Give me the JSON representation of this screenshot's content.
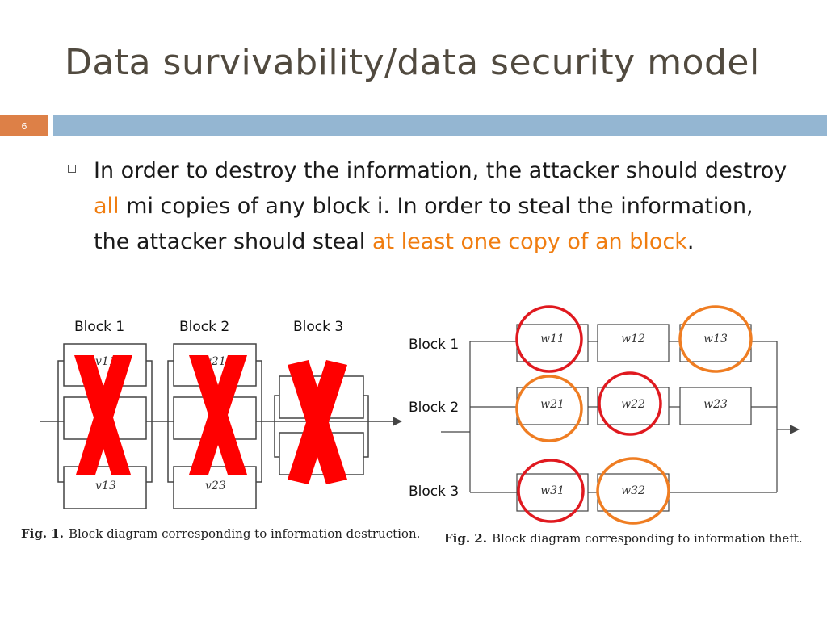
{
  "slide": {
    "title": "Data survivability/data security model",
    "number": "6"
  },
  "bullet": {
    "part1": "In order to destroy the information, the attacker should destroy ",
    "highlight1": "all",
    "part2": " mi copies of any block i. In order to steal the information, the attacker should steal ",
    "highlight2": "at least one copy of an block",
    "part3": "."
  },
  "fig1": {
    "block_labels": [
      "Block 1",
      "Block 2",
      "Block 3"
    ],
    "element_labels": [
      "v11",
      "v13",
      "v21",
      "v23"
    ],
    "caption_prefix": "Fig. 1.",
    "caption_text": "Block diagram corresponding to information destruction."
  },
  "fig2": {
    "block_labels": [
      "Block 1",
      "Block 2",
      "Block 3"
    ],
    "rows": [
      [
        "w11",
        "w12",
        "w13"
      ],
      [
        "w21",
        "w22",
        "w23"
      ],
      [
        "w31",
        "w32"
      ]
    ],
    "caption_prefix": "Fig. 2.",
    "caption_text": "Block diagram corresponding to information theft."
  },
  "colors": {
    "accent_orange": "#f07d10",
    "number_box": "#dd8047",
    "header_bar": "#94b6d2",
    "cross_red": "#ff0000",
    "circle_red": "#e0191f",
    "circle_orange": "#ef7d22"
  }
}
